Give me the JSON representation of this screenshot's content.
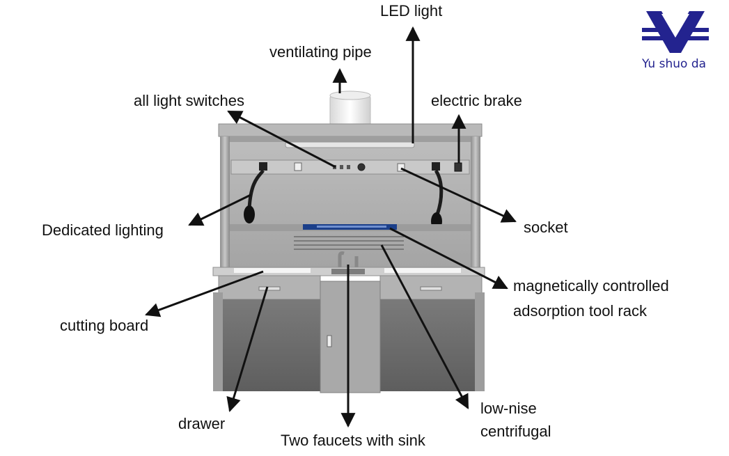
{
  "brand": {
    "name": "Yu shuo da",
    "color": "#23238f"
  },
  "labels": {
    "led_light": "LED light",
    "ventilating_pipe": "ventilating pipe",
    "all_light_switches": "all light switches",
    "electric_brake": "electric brake",
    "dedicated_lighting": "Dedicated lighting",
    "socket": "socket",
    "magnetic_line1": "magnetically controlled",
    "magnetic_line2": "adsorption tool rack",
    "cutting_board": "cutting board",
    "drawer": "drawer",
    "faucets": "Two faucets with sink",
    "centrifugal_line1": "low-nise",
    "centrifugal_line2": "centrifugal"
  }
}
